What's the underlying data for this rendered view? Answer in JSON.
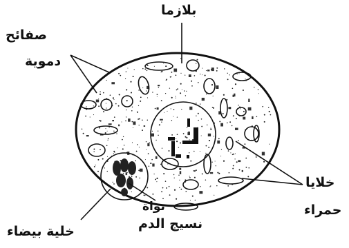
{
  "labels": {
    "plasma": "بلازما",
    "platelets_line1": "صفائح",
    "platelets_line2": "دموية",
    "red_cells_line1": "خلايا",
    "red_cells_line2": "حمراء",
    "white_cell": "خلية بيضاء",
    "nucleus": "نواة",
    "blood_tissue": "نسيج الدم"
  },
  "colors": {
    "ink": "#111111",
    "background": "#ffffff"
  },
  "icons": [
    "blood-cell-outline",
    "red-blood-cell-icon",
    "platelet-icon",
    "white-blood-cell-icon",
    "nucleus-icon"
  ]
}
